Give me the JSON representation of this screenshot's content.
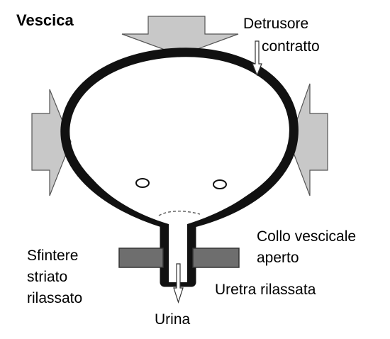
{
  "title": "Vescica",
  "labels": {
    "detrusor_line1": "Detrusore",
    "detrusor_line2": "contratto",
    "neck_line1": "Collo vescicale",
    "neck_line2": "aperto",
    "sphincter_line1": "Sfintere",
    "sphincter_line2": "striato",
    "sphincter_line3": "rilassato",
    "urethra": "Uretra rilassata",
    "urine": "Urina"
  },
  "colors": {
    "wall": "#111111",
    "pressure_arrow": "#c8c8c8",
    "sphincter": "#6e6e6e",
    "background": "#ffffff",
    "text": "#000000"
  },
  "icons": {
    "top_arrow": "down-arrow-icon",
    "left_arrow": "right-arrow-icon",
    "right_arrow": "left-arrow-icon",
    "detrusor_pointer": "thin-down-arrow-icon",
    "urine_flow": "thin-down-arrow-icon"
  }
}
